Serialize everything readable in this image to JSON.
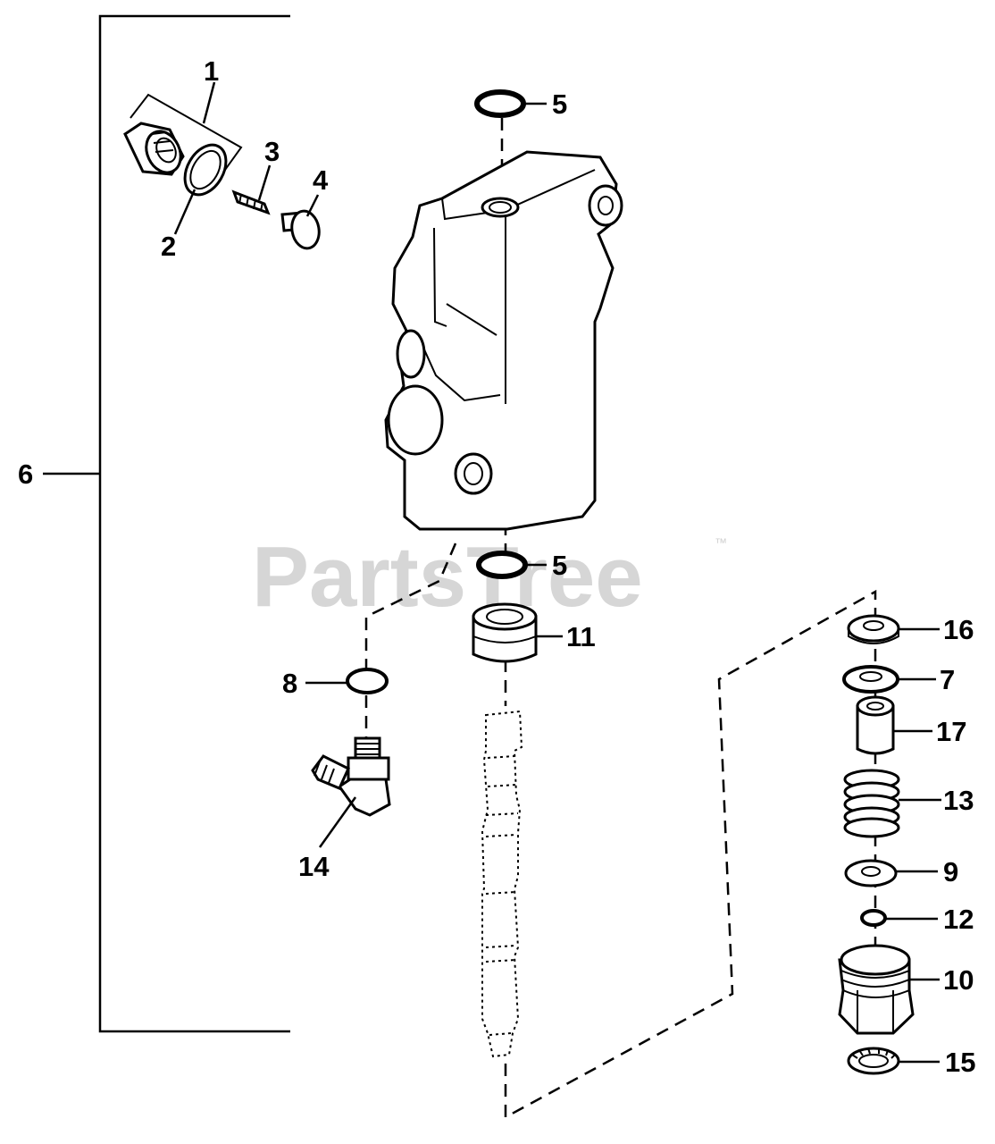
{
  "watermark": {
    "text": "PartsTree",
    "trademark": "™"
  },
  "callouts": {
    "c1": "1",
    "c2": "2",
    "c3": "3",
    "c4": "4",
    "c5_top": "5",
    "c5_bottom": "5",
    "c6": "6",
    "c7": "7",
    "c8": "8",
    "c9": "9",
    "c10": "10",
    "c11": "11",
    "c12": "12",
    "c13": "13",
    "c14": "14",
    "c15": "15",
    "c16": "16",
    "c17": "17"
  },
  "colors": {
    "ink": "#000000",
    "watermark": "#cfcfcf",
    "background": "#ffffff"
  }
}
